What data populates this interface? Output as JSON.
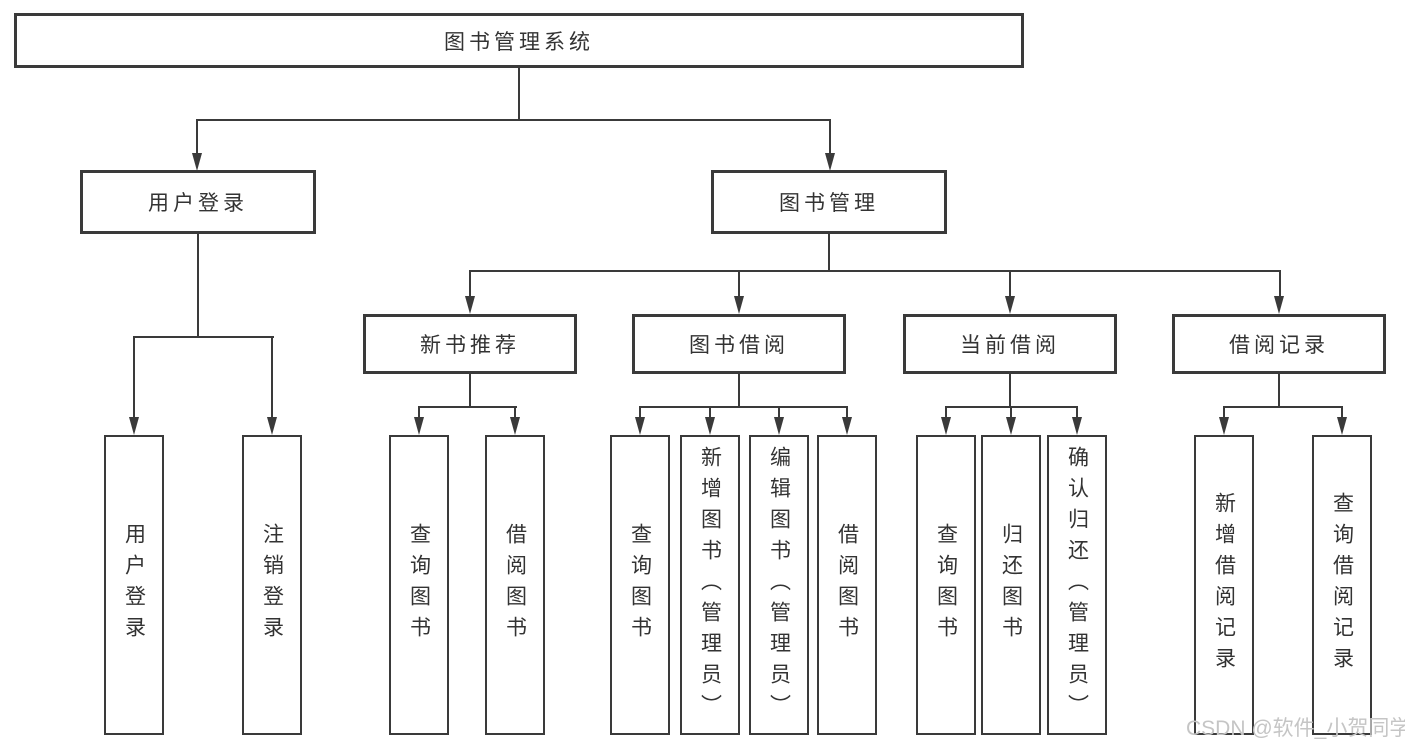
{
  "tree": {
    "root": {
      "label": "图书管理系统",
      "children": [
        {
          "label": "用户登录",
          "children": [
            {
              "label": "用户登录"
            },
            {
              "label": "注销登录"
            }
          ]
        },
        {
          "label": "图书管理",
          "children": [
            {
              "label": "新书推荐",
              "children": [
                {
                  "label": "查询图书"
                },
                {
                  "label": "借阅图书"
                }
              ]
            },
            {
              "label": "图书借阅",
              "children": [
                {
                  "label": "查询图书"
                },
                {
                  "label": "新增图书（管理员）"
                },
                {
                  "label": "编辑图书（管理员）"
                },
                {
                  "label": "借阅图书"
                }
              ]
            },
            {
              "label": "当前借阅",
              "children": [
                {
                  "label": "查询图书"
                },
                {
                  "label": "归还图书"
                },
                {
                  "label": "确认归还（管理员）"
                }
              ]
            },
            {
              "label": "借阅记录",
              "children": [
                {
                  "label": "新增借阅记录"
                },
                {
                  "label": "查询借阅记录"
                }
              ]
            }
          ]
        }
      ]
    }
  },
  "watermark": {
    "text": "CSDN @软件_小贺同学"
  },
  "colors": {
    "line": "#3a3a3a",
    "box_border": "#3a3a3a",
    "box_background": "#ffffff",
    "text": "#333333",
    "watermark": "#c5c5c5",
    "background": "#ffffff"
  }
}
